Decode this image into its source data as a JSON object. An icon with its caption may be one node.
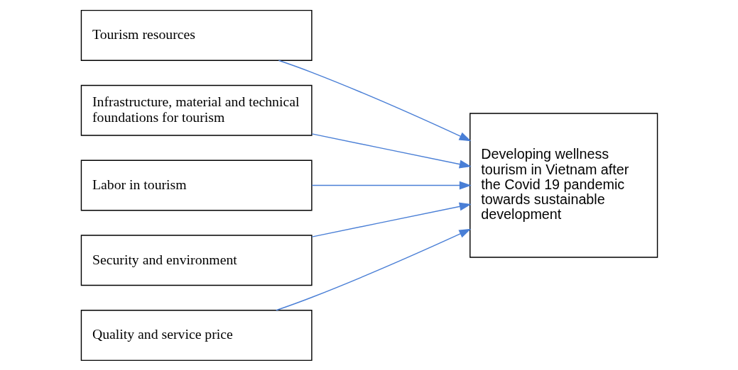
{
  "diagram": {
    "nodes": [
      {
        "text": [
          "Tourism resources"
        ]
      },
      {
        "text": [
          "Infrastructure, material and technical foundations for tourism"
        ]
      },
      {
        "text": [
          "Labor in tourism"
        ]
      },
      {
        "text": [
          "Security and environment"
        ]
      },
      {
        "text": [
          "Quality and service price"
        ]
      },
      {
        "text": [
          "Developing wellness tourism in Vietnam after the Covid 19 pandemic towards sustainable development"
        ]
      }
    ],
    "edges": [
      {
        "from": 0,
        "to": 5,
        "arrow": "to"
      },
      {
        "from": 1,
        "to": 5,
        "arrow": "to"
      },
      {
        "from": 2,
        "to": 5,
        "arrow": "to"
      },
      {
        "from": 3,
        "to": 5,
        "arrow": "to"
      },
      {
        "from": 4,
        "to": 5,
        "arrow": "to"
      }
    ]
  }
}
